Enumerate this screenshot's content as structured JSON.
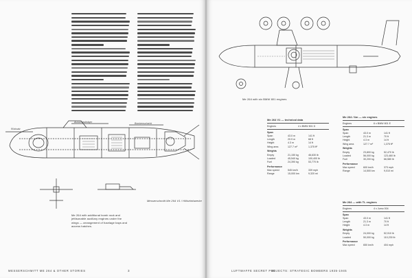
{
  "spread": {
    "left_page": {
      "footer": "MESSERSCHMITT ME 264 & OTHER STORIES",
      "folio": "3",
      "figure_callouts": [
        "Rüstsatz",
        "Aussenlastträger",
        "Bombenschacht"
      ],
      "figure_note": "Messerschmitt Me 264 V1 / Hilfstriebwerke",
      "caption": "Me 264 with additional bomb rack and jettisonable auxiliary engines under the wings — arrangement of fuselage bays and access hatches."
    },
    "right_page": {
      "footer": "LUFTWAFFE SECRET PROJECTS: STRATEGIC BOMBERS 1935-1945",
      "folio": "19",
      "caption": "Me 264 with six BMW 801 engines",
      "tables": [
        {
          "title": "Me 264 V1 — technical data",
          "header": [
            "Engines",
            "4 x BMW 801 D"
          ],
          "groups": [
            {
              "name": "Span",
              "rows": [
                [
                  "Span",
                  "43.0 m",
                  "141 ft"
                ],
                [
                  "Length",
                  "20.9 m",
                  "68 ft"
                ],
                [
                  "Height",
                  "4.3 m",
                  "14 ft"
                ],
                [
                  "Wing area",
                  "127.7 m²",
                  "1,375 ft²"
                ]
              ]
            },
            {
              "name": "Weights",
              "rows": [
                [
                  "Empty",
                  "21,150 kg",
                  "46,630 lb"
                ],
                [
                  "Loaded",
                  "45,540 kg",
                  "100,400 lb"
                ],
                [
                  "Fuel",
                  "24,390 kg",
                  "53,770 lb"
                ]
              ]
            },
            {
              "name": "Performance",
              "rows": [
                [
                  "Max speed",
                  "545 km/h",
                  "339 mph"
                ],
                [
                  "Range",
                  "15,000 km",
                  "9,320 mi"
                ]
              ]
            }
          ]
        },
        {
          "title": "Me 264 / 6m — six engines",
          "header": [
            "Engines",
            "6 x BMW 801 E"
          ],
          "groups": [
            {
              "name": "Span",
              "rows": [
                [
                  "Span",
                  "43.0 m",
                  "141 ft"
                ],
                [
                  "Length",
                  "21.3 m",
                  "70 ft"
                ],
                [
                  "Height",
                  "4.3 m",
                  "14 ft"
                ],
                [
                  "Wing area",
                  "127.7 m²",
                  "1,375 ft²"
                ]
              ]
            },
            {
              "name": "Weights",
              "rows": [
                [
                  "Empty",
                  "23,800 kg",
                  "52,470 lb"
                ],
                [
                  "Loaded",
                  "56,000 kg",
                  "123,460 lb"
                ],
                [
                  "Fuel",
                  "30,200 kg",
                  "66,580 lb"
                ]
              ]
            },
            {
              "name": "Performance",
              "rows": [
                [
                  "Max speed",
                  "600 km/h",
                  "373 mph"
                ],
                [
                  "Range",
                  "14,500 km",
                  "9,010 mi"
                ]
              ]
            }
          ]
        },
        {
          "title": "Me 264 — with TL engines",
          "header": [
            "Engines",
            "4 x Jumo 004"
          ],
          "groups": [
            {
              "name": "Span",
              "rows": [
                [
                  "Span",
                  "43.0 m",
                  "141 ft"
                ],
                [
                  "Length",
                  "21.3 m",
                  "70 ft"
                ],
                [
                  "Height",
                  "4.3 m",
                  "14 ft"
                ]
              ]
            },
            {
              "name": "Weights",
              "rows": [
                [
                  "Empty",
                  "24,000 kg",
                  "52,910 lb"
                ],
                [
                  "Loaded",
                  "50,000 kg",
                  "110,230 lb"
                ]
              ]
            },
            {
              "name": "Performance",
              "rows": [
                [
                  "Max speed",
                  "650 km/h",
                  "404 mph"
                ]
              ]
            }
          ]
        }
      ]
    }
  }
}
